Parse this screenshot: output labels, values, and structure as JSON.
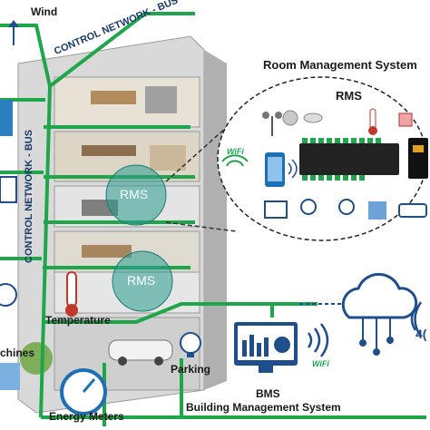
{
  "labels": {
    "wind": "Wind",
    "control_bus_top": "CONTROL NETWORK - BUS",
    "control_bus_side": "CONTROL NETWORK - BUS",
    "room_management_system": "Room Management System",
    "rms_panel": "RMS",
    "rms_bubble_upper": "RMS",
    "rms_bubble_lower": "RMS",
    "temperature": "Temperature",
    "machines": "chines",
    "parking": "Parking",
    "energy_meters": "Energy Meters",
    "bms": "BMS",
    "bms_full": "Building Management System",
    "wifi_panel": "WiFi",
    "wifi_bms": "WiFi",
    "iot_partial": "4("
  },
  "colors": {
    "network_green": "#1fa64a",
    "rms_teal": "#2a9d8f",
    "building_gray": "#bfbfbf",
    "icon_blue": "#1f4e8c",
    "thermometer_red": "#c0392b"
  },
  "icons": [
    "wind-turbine-icon",
    "thermometer-icon",
    "lightbulb-icon",
    "energy-meter-icon",
    "parking-lamp-icon",
    "monitor-icon",
    "cloud-circuit-icon",
    "wifi-icon",
    "smartphone-icon",
    "controller-board-icon",
    "air-conditioner-icon",
    "pump-icon"
  ]
}
